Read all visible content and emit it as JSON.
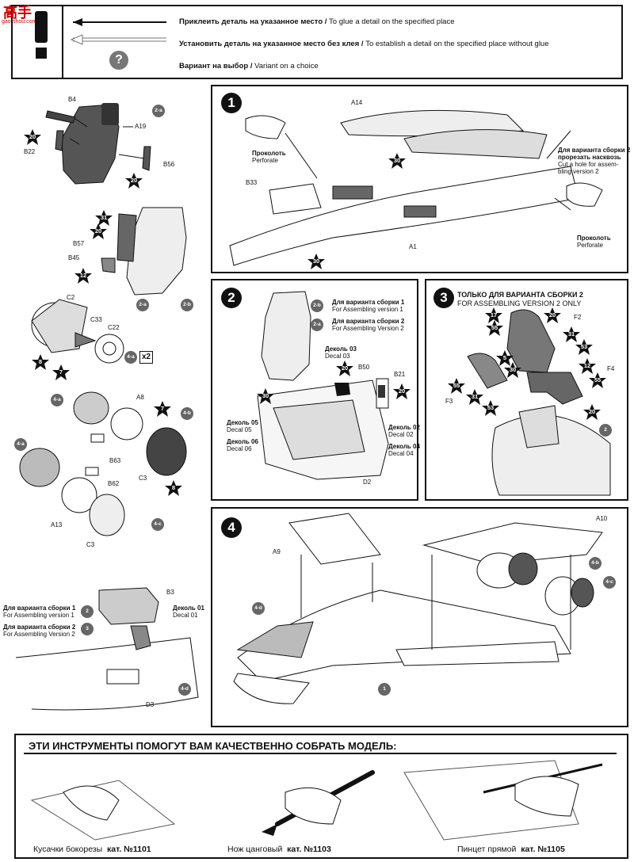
{
  "logo": {
    "text": "高手",
    "site": "gao-shou.com"
  },
  "legend": {
    "glue_ru": "Приклеить деталь на указанное место /",
    "glue_en": "To glue a detail on the specified place",
    "noglue_ru": "Установить деталь на указанное место без клея /",
    "noglue_en": "To establish a detail on the specified place without glue",
    "variant_ru": "Вариант на выбор /",
    "variant_en": "Variant on a choice",
    "exclaim_icon": "exclamation-icon",
    "question_icon": "question-icon"
  },
  "left_column": {
    "ref_2a_top": "2-a",
    "parts_2a": [
      "B4",
      "A19",
      "B22",
      "B56"
    ],
    "stars_2a": [
      "20",
      "20"
    ],
    "ref_2a_bottom": "2-a",
    "ref_2b": "2-b",
    "parts_2b": [
      "B57",
      "B45"
    ],
    "stars_2b": [
      "31",
      "20",
      "12"
    ],
    "ref_4a": "4-a",
    "x2": "x2",
    "parts_4a": [
      "C2",
      "C33",
      "C22"
    ],
    "stars_4a": [
      "8",
      "7"
    ],
    "ref_4b": "4-b",
    "ref_4a_b": "4-a",
    "parts_4b": [
      "A8",
      "B63",
      "C3"
    ],
    "stars_4b": [
      "7",
      "8"
    ],
    "ref_4a_c": "4-a",
    "ref_4c": "4-c",
    "parts_4c": [
      "B62",
      "A13",
      "C3"
    ],
    "variant1_ru": "Для варианта сборки 1",
    "variant1_en": "For Assembling version 1",
    "variant2_ru": "Для варианта сборки 2",
    "variant2_en": "For Assembling Version 2",
    "ref_v1": "2",
    "ref_v2": "3",
    "part_b3": "B3",
    "decal01_ru": "Деколь 01",
    "decal01_en": "Decal 01",
    "part_d3": "D3",
    "ref_4d": "4-d"
  },
  "step1": {
    "num": "1",
    "perforate1_ru": "Проколоть",
    "perforate1_en": "Perforate",
    "parts": [
      "A14",
      "B33",
      "A1"
    ],
    "stars": [
      "30",
      "30"
    ],
    "cut_ru": "Для варианта сборки 2 прорезать насквозь",
    "cut_ru_1": "Для варианта сборки 2",
    "cut_ru_2": "прорезать насквозь",
    "cut_en_1": "Cut a hole for assem-",
    "cut_en_2": "bling version 2",
    "perforate2_ru": "Проколоть",
    "perforate2_en": "Perforate"
  },
  "step2": {
    "num": "2",
    "ref_2b": "2-b",
    "ref_2a": "2-a",
    "v1_ru": "Для варианта сборки 1",
    "v1_en": "For Assembling version 1",
    "v2_ru": "Для варианта сборки 2",
    "v2_en": "For Assembling Version 2",
    "decal03_ru": "Деколь 03",
    "decal03_en": "Decal 03",
    "part_b50": "B50",
    "part_b21": "B21",
    "stars": [
      "20",
      "20",
      "30"
    ],
    "decal05_ru": "Деколь 05",
    "decal05_en": "Decal 05",
    "decal06_ru": "Деколь 06",
    "decal06_en": "Decal 06",
    "decal02_ru": "Деколь 02",
    "decal02_en": "Decal 02",
    "decal04_ru": "Деколь 04",
    "decal04_en": "Decal 04",
    "part_d2": "D2"
  },
  "step3": {
    "num": "3",
    "title_ru": "ТОЛЬКО ДЛЯ ВАРИАНТА СБОРКИ 2",
    "title_en": "FOR ASSEMBLING VERSION 2 ONLY",
    "parts": [
      "F2",
      "F4",
      "F3"
    ],
    "stars": [
      "17",
      "20",
      "55",
      "31",
      "53",
      "5",
      "30",
      "12",
      "55",
      "55",
      "31",
      "53",
      "20"
    ],
    "ref_2": "2"
  },
  "step4": {
    "num": "4",
    "parts": [
      "A10",
      "A9"
    ],
    "ref_4b": "4-b",
    "ref_4c": "4-c",
    "ref_4d": "4-d",
    "ref_1": "1"
  },
  "tools": {
    "title": "ЭТИ ИНСТРУМЕНТЫ ПОМОГУТ ВАМ КАЧЕСТВЕННО СОБРАТЬ МОДЕЛЬ:",
    "items": [
      {
        "name": "Кусачки бокорезы",
        "cat": "кат. №1101"
      },
      {
        "name": "Нож цанговый",
        "cat": "кат. №1103"
      },
      {
        "name": "Пинцет прямой",
        "cat": "кат. №1105"
      }
    ]
  }
}
